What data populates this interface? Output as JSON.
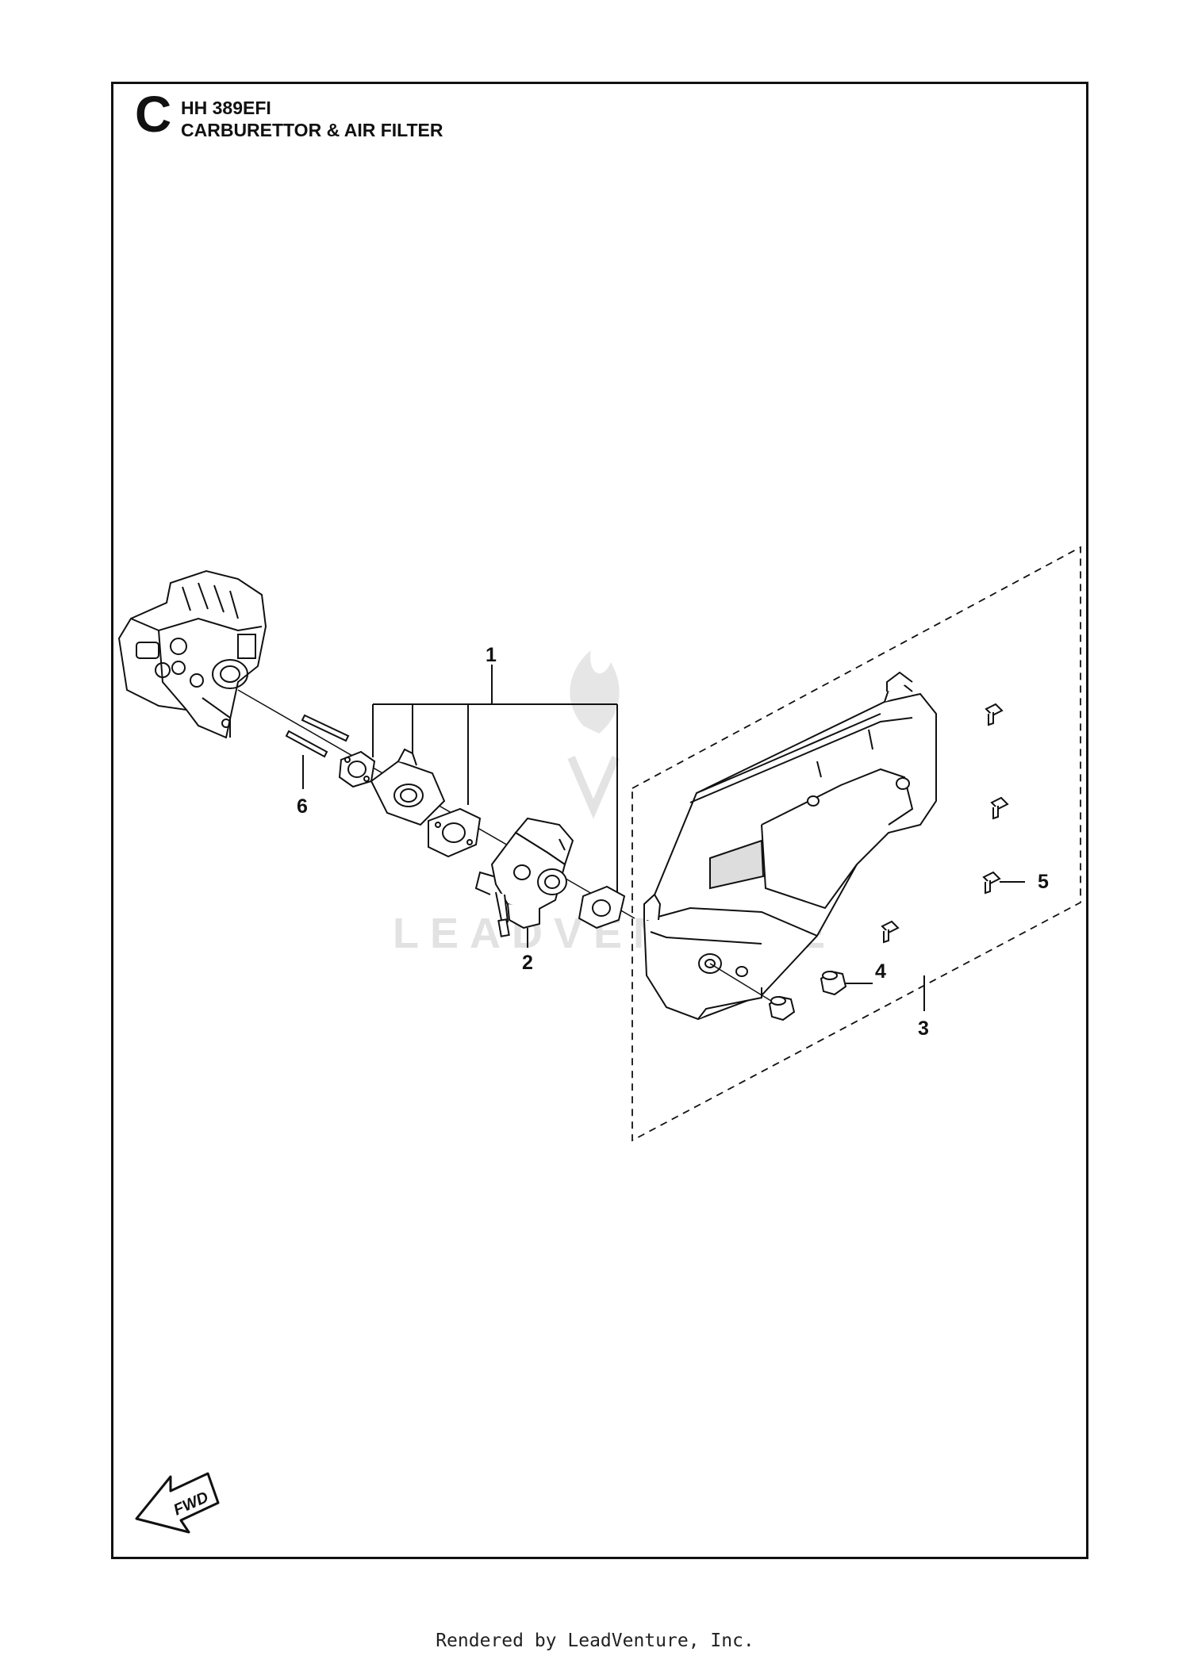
{
  "header": {
    "section_letter": "C",
    "model": "HH 389EFI",
    "title": "CARBURETTOR & AIR FILTER"
  },
  "callouts": [
    "1",
    "2",
    "3",
    "4",
    "5",
    "6"
  ],
  "direction_arrow": {
    "label": "FWD",
    "icon": "fwd-arrow-icon"
  },
  "watermark": "LEADVENTURE",
  "footer": "Rendered by LeadVenture, Inc."
}
